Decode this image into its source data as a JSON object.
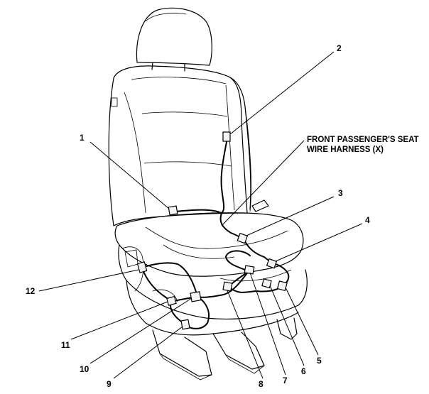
{
  "harness_label": {
    "line1": "FRONT PASSENGER'S SEAT",
    "line2": "WIRE HARNESS (X)"
  },
  "callouts": [
    "1",
    "2",
    "3",
    "4",
    "5",
    "6",
    "7",
    "8",
    "9",
    "10",
    "11",
    "12"
  ],
  "colors": {
    "ink": "#000000",
    "paper": "#ffffff"
  }
}
